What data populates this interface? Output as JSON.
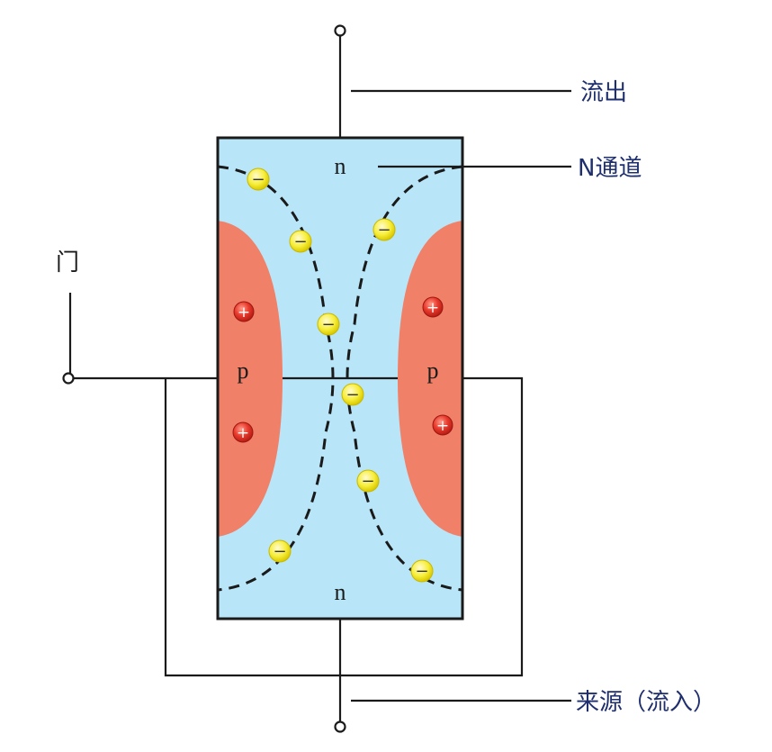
{
  "labels": {
    "drain": "流出",
    "channel": "N通道",
    "gate": "门",
    "source": "来源（流入）",
    "n_top": "n",
    "n_bottom": "n",
    "p_left": "p",
    "p_right": "p"
  },
  "symbols": {
    "electron": "−",
    "hole": "+"
  },
  "colors": {
    "channel_fill": "#b8e6f8",
    "p_region_fill": "#f08068",
    "electron_fill": "#f7ee3a",
    "hole_fill": "#e8392c",
    "label_text": "#1f2f6e",
    "wire": "#1a1a1a"
  }
}
